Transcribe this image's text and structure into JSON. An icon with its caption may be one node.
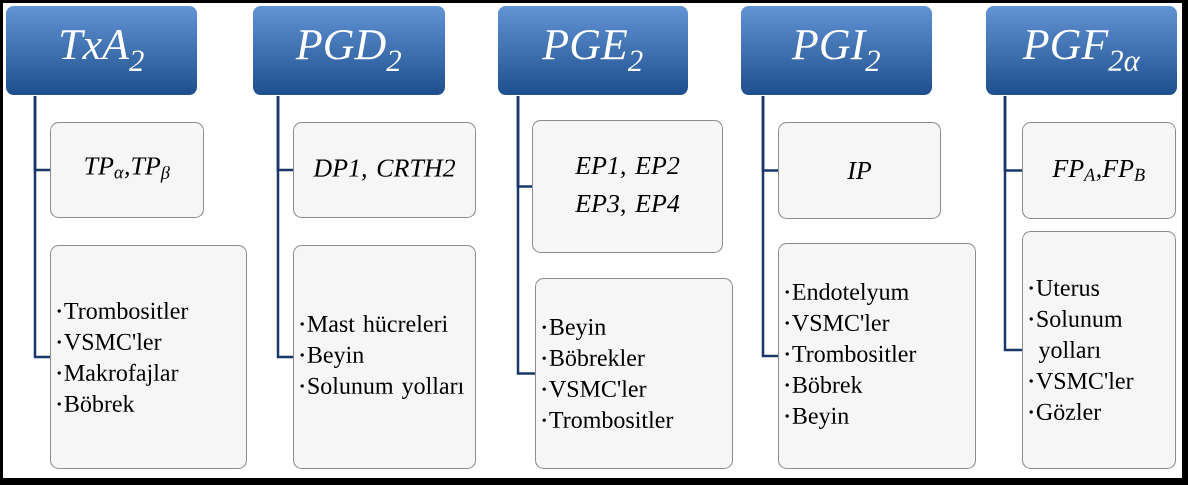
{
  "diagram": {
    "nodes": [
      {
        "text": [
          "TxA$_{2}$"
        ]
      },
      {
        "text": [
          "TP$_{α}$,TP$_{β}$"
        ]
      },
      {
        "text": [
          "Trombositler",
          "VSMC'ler",
          "Makrofajlar",
          "Böbrek"
        ]
      },
      {
        "text": [
          "PGD$_{2}$"
        ]
      },
      {
        "text": [
          "DP1, CRTH2"
        ]
      },
      {
        "text": [
          "Mast hücreleri",
          "Beyin",
          "Solunum yolları"
        ]
      },
      {
        "text": [
          "PGE$_{2}$"
        ]
      },
      {
        "text": [
          "EP1, EP2 EP3, EP4"
        ]
      },
      {
        "text": [
          "Beyin",
          "Böbrekler",
          "VSMC'ler",
          "Trombositler"
        ]
      },
      {
        "text": [
          "PGI$_{2}$"
        ]
      },
      {
        "text": [
          "IP"
        ]
      },
      {
        "text": [
          "Endotelyum",
          "VSMC'ler",
          "Trombositler",
          "Böbrek",
          "Beyin"
        ]
      },
      {
        "text": [
          "PGF$_{2α}$"
        ]
      },
      {
        "text": [
          "FP$_{A}$,FP$_{B}$"
        ]
      },
      {
        "text": [
          "Uterus",
          "Solunum yolları",
          "VSMC'ler",
          "Gözler"
        ]
      }
    ],
    "edges": [
      {
        "from": 0,
        "to": 1,
        "arrow": "none"
      },
      {
        "from": 0,
        "to": 2,
        "arrow": "none"
      },
      {
        "from": 3,
        "to": 4,
        "arrow": "none"
      },
      {
        "from": 3,
        "to": 5,
        "arrow": "none"
      },
      {
        "from": 6,
        "to": 7,
        "arrow": "none"
      },
      {
        "from": 6,
        "to": 8,
        "arrow": "none"
      },
      {
        "from": 9,
        "to": 10,
        "arrow": "none"
      },
      {
        "from": 9,
        "to": 11,
        "arrow": "none"
      },
      {
        "from": 12,
        "to": 13,
        "arrow": "none"
      },
      {
        "from": 12,
        "to": 14,
        "arrow": "none"
      }
    ]
  }
}
